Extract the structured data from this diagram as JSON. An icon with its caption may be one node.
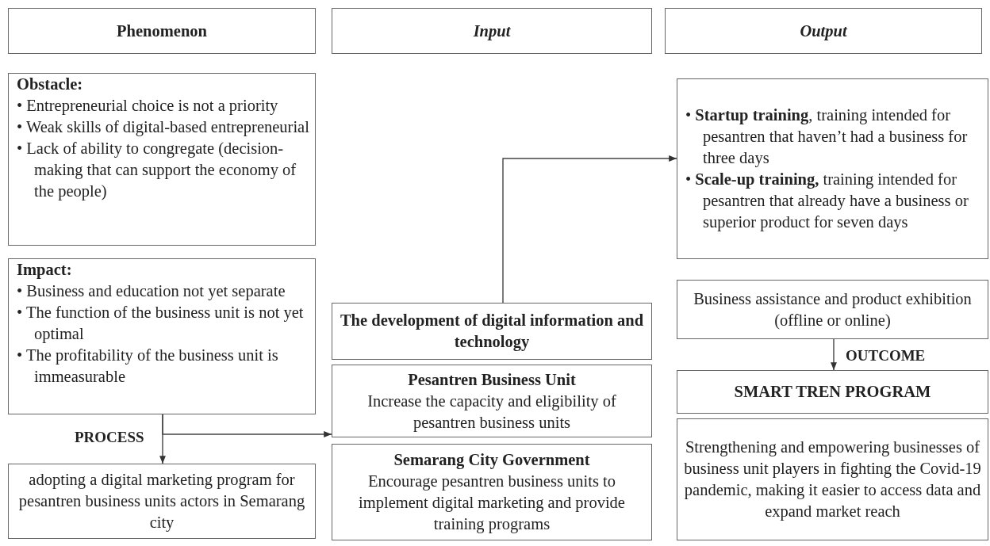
{
  "diagram": {
    "nodes": [
      {
        "text": [
          "Phenomenon"
        ]
      },
      {
        "text": [
          "Input"
        ]
      },
      {
        "text": [
          "Output"
        ]
      },
      {
        "text": [
          "Obstacle:",
          "• Entrepreneurial choice is not a priority",
          "• Weak skills of digital-based entrepreneurial",
          "• Lack of ability to congregate (decision-making that can support the economy of the people)"
        ]
      },
      {
        "text": [
          "Impact:",
          "• Business and education not yet separate",
          "• The function of the business unit is not yet optimal",
          "• The profitability of the business unit is immeasurable"
        ]
      },
      {
        "text": [
          "adopting a digital marketing program for pesantren business units actors in Semarang city"
        ]
      },
      {
        "text": [
          "The development of digital information and technology"
        ]
      },
      {
        "text": [
          "Pesantren Business Unit",
          "Increase the capacity and eligibility of pesantren business units"
        ]
      },
      {
        "text": [
          "Semarang City Government",
          "Encourage pesantren business units to implement digital marketing and provide training programs"
        ]
      },
      {
        "text": [
          "• **Startup training**, training intended for pesantren that haven’t had a business for three days",
          "• **Scale-up training,** training intended for pesantren that already have a business or superior product for seven days"
        ]
      },
      {
        "text": [
          "Business assistance and product exhibition (offline or online)"
        ]
      },
      {
        "text": [
          "SMART TREN PROGRAM"
        ]
      },
      {
        "text": [
          "Strengthening and empowering businesses of business unit players in fighting the Covid-19 pandemic, making it easier to access data and expand market reach"
        ]
      }
    ],
    "edges": [
      {
        "from": 4,
        "to": 5,
        "arrow": "to",
        "label": "PROCESS"
      },
      {
        "from": 4,
        "to": 7,
        "arrow": "to"
      },
      {
        "from": 6,
        "to": 9,
        "arrow": "to"
      },
      {
        "from": 10,
        "to": 11,
        "arrow": "to",
        "label": "OUTCOME"
      }
    ]
  }
}
